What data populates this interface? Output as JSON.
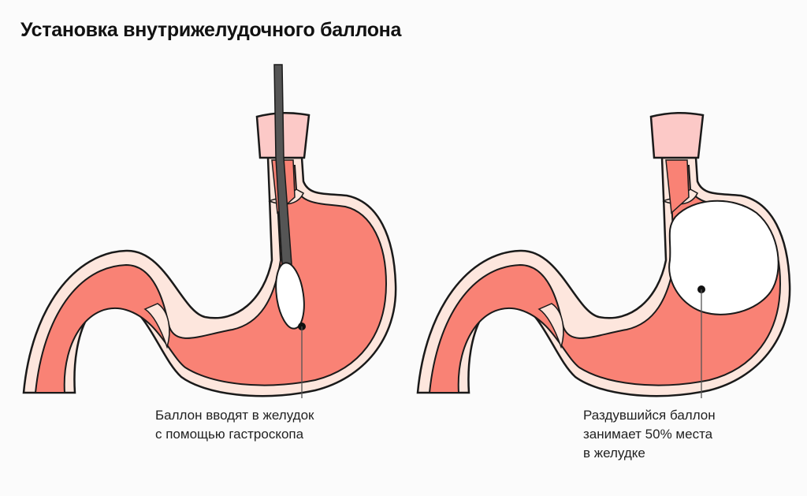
{
  "title": "Установка внутрижелудочного баллона",
  "colors": {
    "mucosa": "#f98275",
    "wall": "#fde6dd",
    "esophagus_top": "#fcc9c7",
    "outline": "#1a1a1a",
    "gastroscope": "#555555",
    "balloon": "#ffffff"
  },
  "panels": [
    {
      "label": "stage-1",
      "caption_lines": [
        "Баллон вводят в желудок",
        "с помощью гастроскопа"
      ]
    },
    {
      "label": "stage-2",
      "caption_lines": [
        "Раздувшийся баллон",
        "занимает 50% места",
        "в желудке"
      ]
    }
  ]
}
